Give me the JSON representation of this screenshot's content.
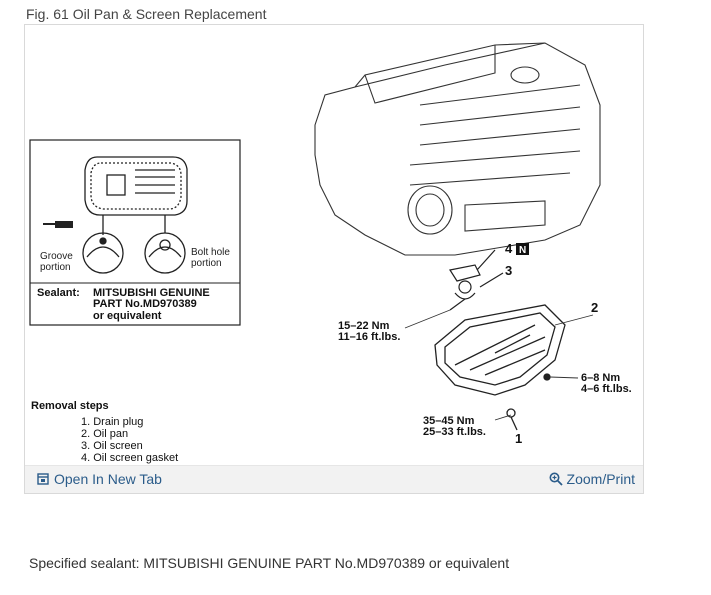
{
  "figure": {
    "title": "Fig. 61 Oil Pan & Screen Replacement"
  },
  "inset": {
    "groove_label_1": "Groove",
    "groove_label_2": "portion",
    "bolt_label_1": "Bolt hole",
    "bolt_label_2": "portion",
    "sealant_key": "Sealant:",
    "sealant_line1": "MITSUBISHI GENUINE",
    "sealant_line2": "PART    No.MD970389",
    "sealant_line3": "or equivalent"
  },
  "removal": {
    "heading": "Removal steps",
    "steps": [
      "1. Drain plug",
      "2. Oil pan",
      "3. Oil screen",
      "4. Oil screen gasket"
    ]
  },
  "callouts": {
    "torque_a_1": "15–22 Nm",
    "torque_a_2": "11–16 ft.lbs.",
    "torque_b_1": "6–8 Nm",
    "torque_b_2": "4–6 ft.lbs.",
    "torque_c_1": "35–45 Nm",
    "torque_c_2": "25–33 ft.lbs.",
    "num_1": "1",
    "num_2": "2",
    "num_3": "3",
    "num_4": "4",
    "n_badge": "N"
  },
  "footer": {
    "open_label": "Open In New Tab",
    "zoom_label": "Zoom/Print"
  },
  "caption": "Specified sealant: MITSUBISHI GENUINE PART No.MD970389 or equivalent"
}
